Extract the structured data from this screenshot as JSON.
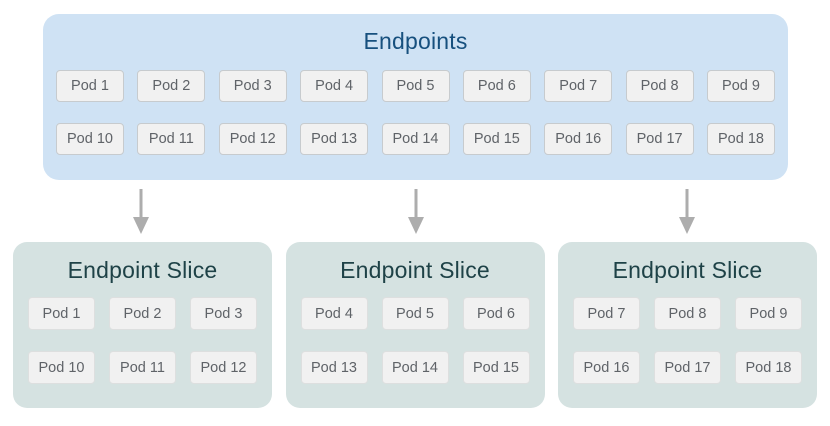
{
  "colors": {
    "endpoints_bg": "#cfe2f4",
    "endpoints_title": "#17507e",
    "slice_bg": "#d5e2e1",
    "slice_title": "#1e4247",
    "pod_bg": "#f1f1f1",
    "pod_border": "#c7cbce",
    "slice_pod_border": "#dddfdf",
    "pod_text": "#5f6368",
    "arrow": "#adadad",
    "canvas_bg": "#ffffff"
  },
  "endpoints": {
    "title": "Endpoints",
    "rows": [
      [
        "Pod 1",
        "Pod 2",
        "Pod 3",
        "Pod 4",
        "Pod 5",
        "Pod 6",
        "Pod 7",
        "Pod 8",
        "Pod 9"
      ],
      [
        "Pod 10",
        "Pod 11",
        "Pod 12",
        "Pod 13",
        "Pod 14",
        "Pod 15",
        "Pod 16",
        "Pod 17",
        "Pod 18"
      ]
    ]
  },
  "arrows": {
    "count": 3,
    "direction": "down"
  },
  "slices": [
    {
      "title": "Endpoint Slice",
      "rows": [
        [
          "Pod 1",
          "Pod 2",
          "Pod 3"
        ],
        [
          "Pod 10",
          "Pod 11",
          "Pod 12"
        ]
      ]
    },
    {
      "title": "Endpoint Slice",
      "rows": [
        [
          "Pod 4",
          "Pod 5",
          "Pod 6"
        ],
        [
          "Pod 13",
          "Pod 14",
          "Pod 15"
        ]
      ]
    },
    {
      "title": "Endpoint Slice",
      "rows": [
        [
          "Pod 7",
          "Pod 8",
          "Pod 9"
        ],
        [
          "Pod 16",
          "Pod 17",
          "Pod 18"
        ]
      ]
    }
  ]
}
